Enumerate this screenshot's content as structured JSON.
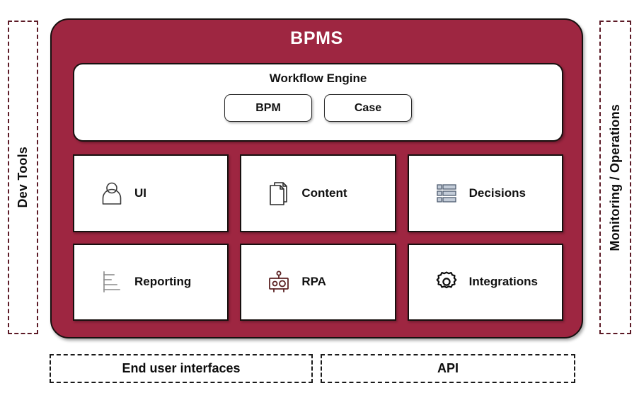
{
  "diagram": {
    "title": "BPMS",
    "accent_color": "#9e2641",
    "border_color": "#17100f",
    "text_color": "#111111"
  },
  "left_rail": {
    "label": "Dev Tools"
  },
  "right_rail": {
    "label": "Monitoring / Operations"
  },
  "workflow": {
    "title": "Workflow Engine",
    "engines": [
      {
        "label": "BPM"
      },
      {
        "label": "Case"
      }
    ]
  },
  "capabilities": [
    {
      "label": "UI",
      "icon": "person-icon"
    },
    {
      "label": "Content",
      "icon": "documents-icon"
    },
    {
      "label": "Decisions",
      "icon": "decision-table-icon"
    },
    {
      "label": "Reporting",
      "icon": "bar-chart-icon"
    },
    {
      "label": "RPA",
      "icon": "robot-icon"
    },
    {
      "label": "Integrations",
      "icon": "gear-icon"
    }
  ],
  "bottom_boxes": [
    {
      "label": "End user interfaces"
    },
    {
      "label": "API"
    }
  ],
  "icon_colors": {
    "person": "#3a3a3a",
    "documents": "#2b2b2b",
    "decision_table": "#6b7a90",
    "bar_chart": "#8c8c8c",
    "robot": "#5c2223",
    "gear": "#0d0d0d"
  }
}
